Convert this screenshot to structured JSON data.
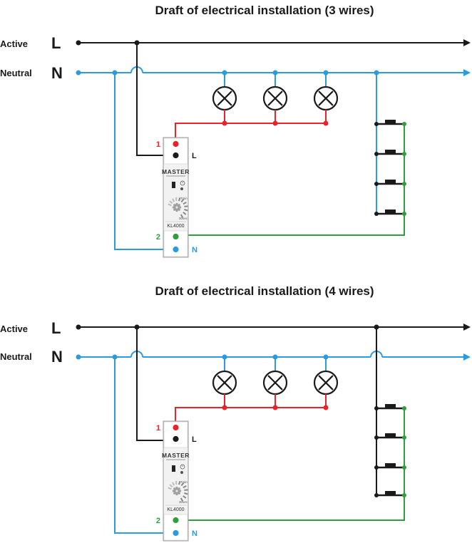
{
  "colors": {
    "live": "#1a1a1a",
    "neutral": "#2b9be0",
    "lamp_feed": "#e8232a",
    "push_circuit": "#2f9e3f",
    "device_body": "#f2f2f2",
    "device_border": "#9a9a9a"
  },
  "diagrams": [
    {
      "title": "Draft of electrical installation (3 wires)",
      "rails": [
        {
          "name": "Active",
          "letter": "L"
        },
        {
          "name": "Neutral",
          "letter": "N"
        }
      ],
      "device": {
        "brand": "MASTER",
        "model": "KL4000",
        "dial_min": "7min",
        "dial_max": "30sec",
        "terminals": [
          {
            "label": "1",
            "role": "lamp_feed"
          },
          {
            "label": "L",
            "role": "live"
          },
          {
            "label": "2",
            "role": "push_circuit"
          },
          {
            "label": "N",
            "role": "neutral"
          }
        ]
      },
      "lamps": 3,
      "pushbuttons": 4
    },
    {
      "title": "Draft of electrical installation (4 wires)",
      "rails": [
        {
          "name": "Active",
          "letter": "L"
        },
        {
          "name": "Neutral",
          "letter": "N"
        }
      ],
      "device": {
        "brand": "MASTER",
        "model": "KL4000",
        "dial_min": "7min",
        "dial_max": "30sec",
        "terminals": [
          {
            "label": "1",
            "role": "lamp_feed"
          },
          {
            "label": "L",
            "role": "live"
          },
          {
            "label": "2",
            "role": "push_circuit"
          },
          {
            "label": "N",
            "role": "neutral"
          }
        ]
      },
      "lamps": 3,
      "pushbuttons": 4
    }
  ]
}
